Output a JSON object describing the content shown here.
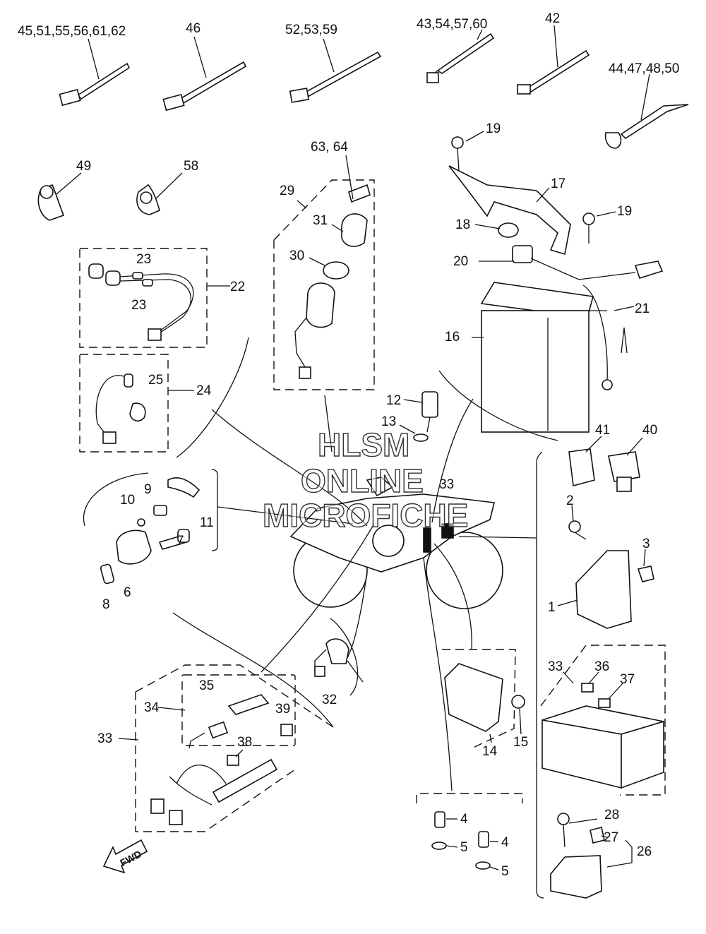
{
  "labels": {
    "tie_a": "45,51,55,56,61,62",
    "tie_b": "46",
    "tie_c": "52,53,59",
    "tie_d": "43,54,57,60",
    "tie_e": "42",
    "tie_f": "44,47,48,50",
    "p1": "1",
    "p2": "2",
    "p3": "3",
    "p4a": "4",
    "p4b": "4",
    "p5a": "5",
    "p5b": "5",
    "p6": "6",
    "p7": "7",
    "p8": "8",
    "p9": "9",
    "p10": "10",
    "p11": "11",
    "p12": "12",
    "p13": "13",
    "p14": "14",
    "p15": "15",
    "p16": "16",
    "p17": "17",
    "p18": "18",
    "p19a": "19",
    "p19b": "19",
    "p20": "20",
    "p21": "21",
    "p22": "22",
    "p23a": "23",
    "p23b": "23",
    "p24": "24",
    "p25": "25",
    "p26": "26",
    "p27": "27",
    "p28": "28",
    "p29": "29",
    "p30": "30",
    "p31": "31",
    "p32": "32",
    "p33a": "33",
    "p33b": "33",
    "p33c": "33",
    "p34": "34",
    "p35": "35",
    "p36": "36",
    "p37": "37",
    "p38": "38",
    "p39": "39",
    "p40": "40",
    "p41": "41",
    "p49": "49",
    "p58": "58",
    "p6364": "63, 64"
  },
  "watermark": {
    "line1": "HLSM",
    "line2": "ONLINE",
    "line3": "MICROFICHE"
  },
  "fwd": "FWD"
}
